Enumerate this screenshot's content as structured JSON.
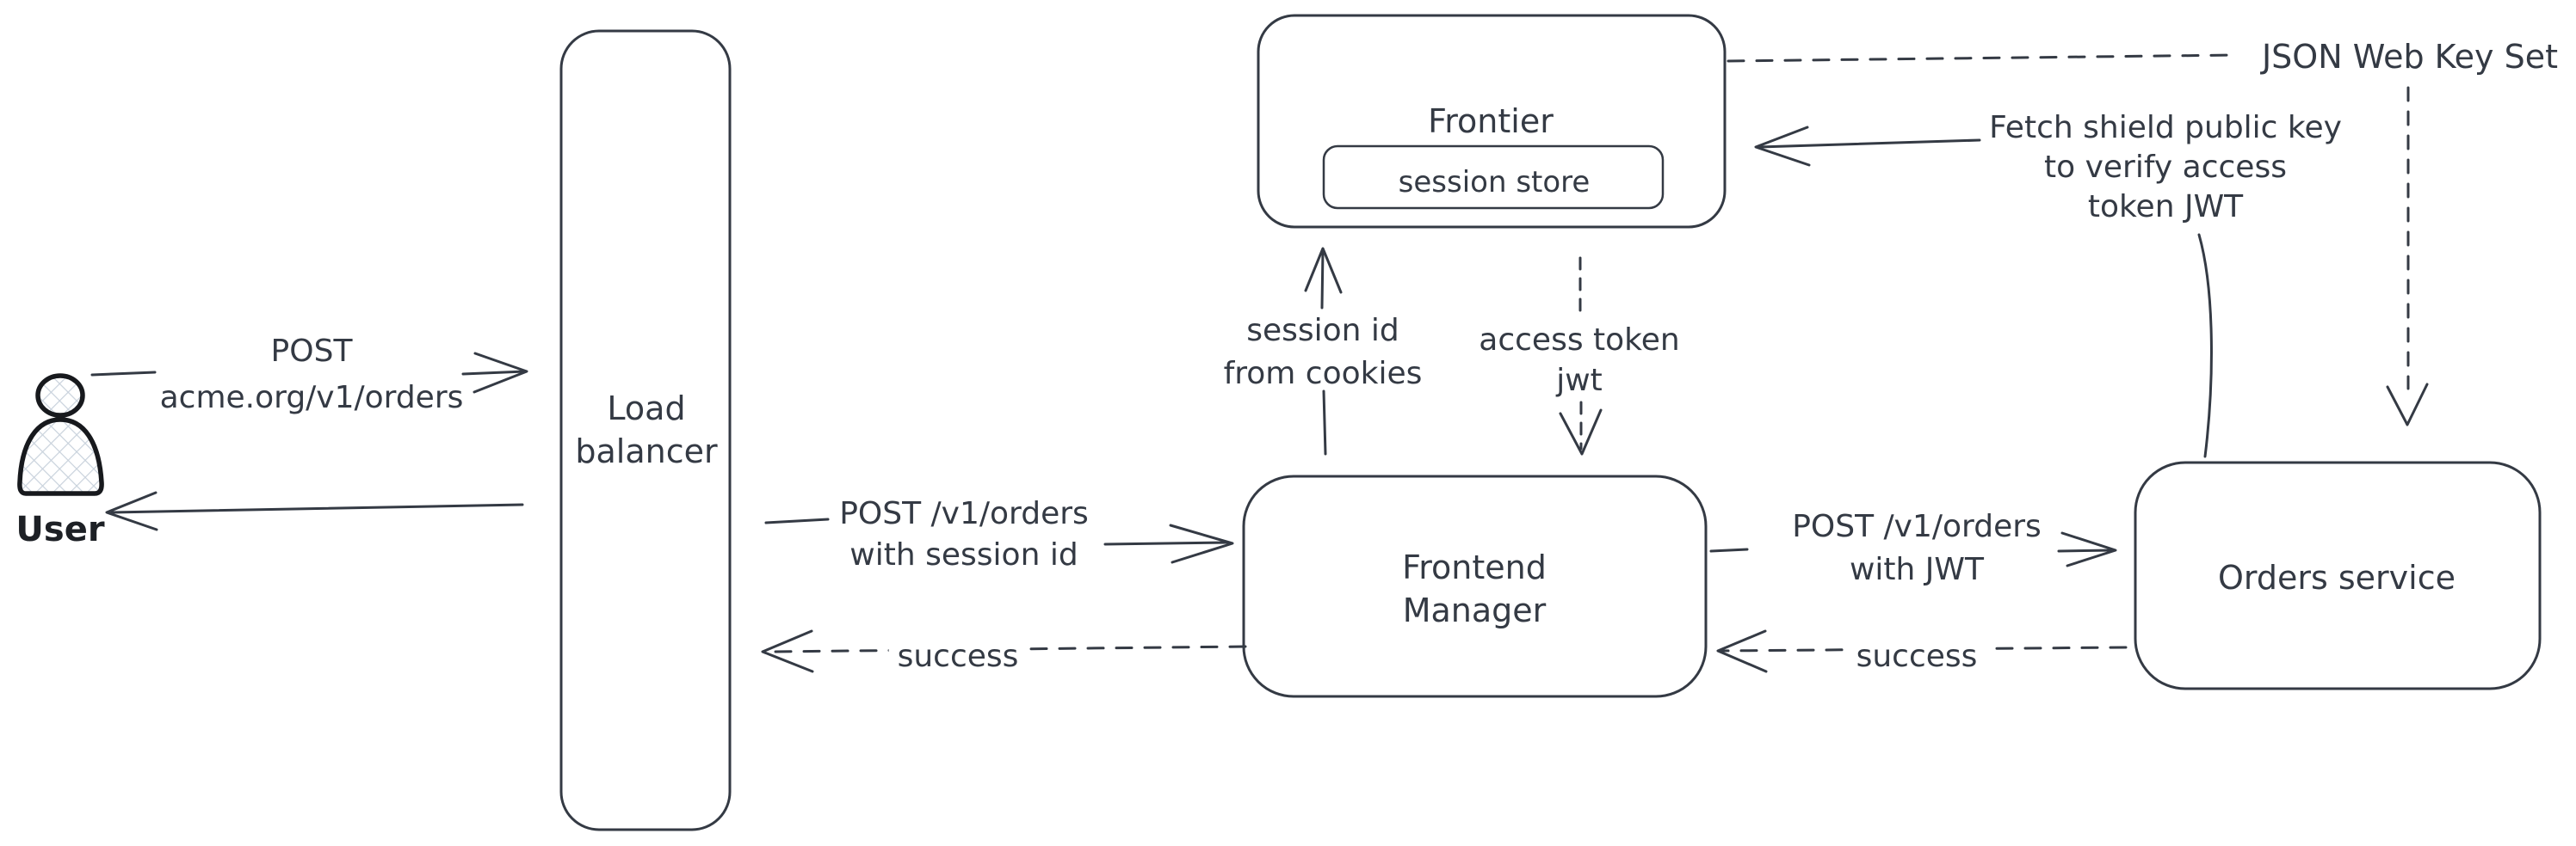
{
  "diagram": {
    "nodes": {
      "user": {
        "label": "User"
      },
      "load_balancer": {
        "line1": "Load",
        "line2": "balancer"
      },
      "frontier": {
        "label": "Frontier",
        "session_store": "session store"
      },
      "frontend_manager": {
        "line1": "Frontend",
        "line2": "Manager"
      },
      "orders_service": {
        "label": "Orders service"
      }
    },
    "edges": {
      "user_to_lb": {
        "line1": "POST",
        "line2": "acme.org/v1/orders"
      },
      "lb_to_fm": {
        "line1": "POST /v1/orders",
        "line2": "with session id"
      },
      "fm_to_lb": {
        "label": "success"
      },
      "fm_to_orders": {
        "line1": "POST /v1/orders",
        "line2": "with JWT"
      },
      "orders_to_fm": {
        "label": "success"
      },
      "fm_to_frontier": {
        "line1": "session id",
        "line2": "from cookies"
      },
      "frontier_to_fm": {
        "line1": "access token",
        "line2": "jwt"
      },
      "orders_to_frontier": {
        "line1": "Fetch shield public key",
        "line2": "to verify access",
        "line3": "token JWT"
      },
      "jwks": {
        "label": "JSON Web Key Set"
      }
    },
    "colors": {
      "stroke": "#343a44",
      "user_stroke": "#17191d",
      "hatch": "#c9d2dc",
      "background": "#ffffff"
    }
  }
}
